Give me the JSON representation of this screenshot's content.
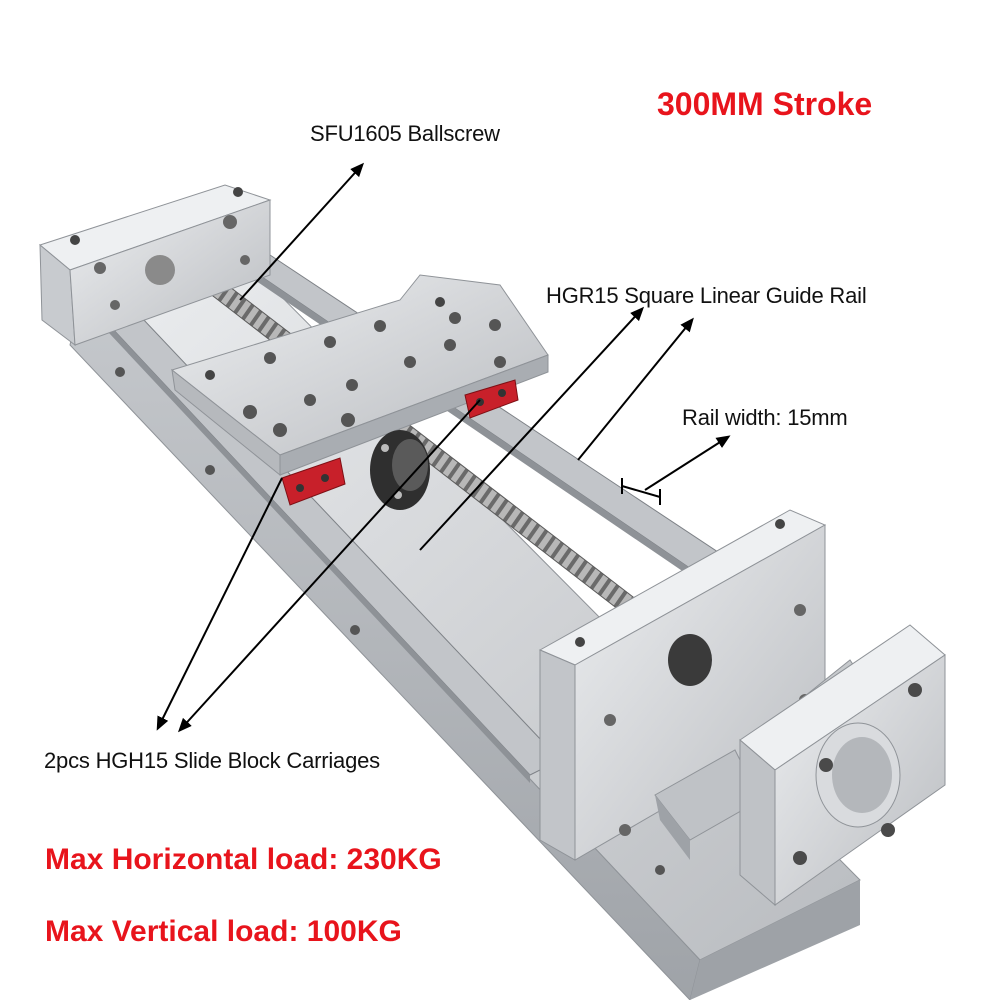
{
  "labels": {
    "stroke": "300MM Stroke",
    "ballscrew": "SFU1605 Ballscrew",
    "guide_rail": "HGR15 Square Linear Guide Rail",
    "rail_width": "Rail width: 15mm",
    "carriages": "2pcs HGH15 Slide Block Carriages",
    "horizontal_load": "Max Horizontal load: 230KG",
    "vertical_load": "Max Vertical load: 100KG"
  },
  "colors": {
    "highlight_text": "#e8141c",
    "annotation_text": "#111111",
    "aluminum": "#d5d7da",
    "aluminum_dark": "#a7aaae",
    "carriage_red": "#c8202a",
    "arrow": "#000000"
  }
}
